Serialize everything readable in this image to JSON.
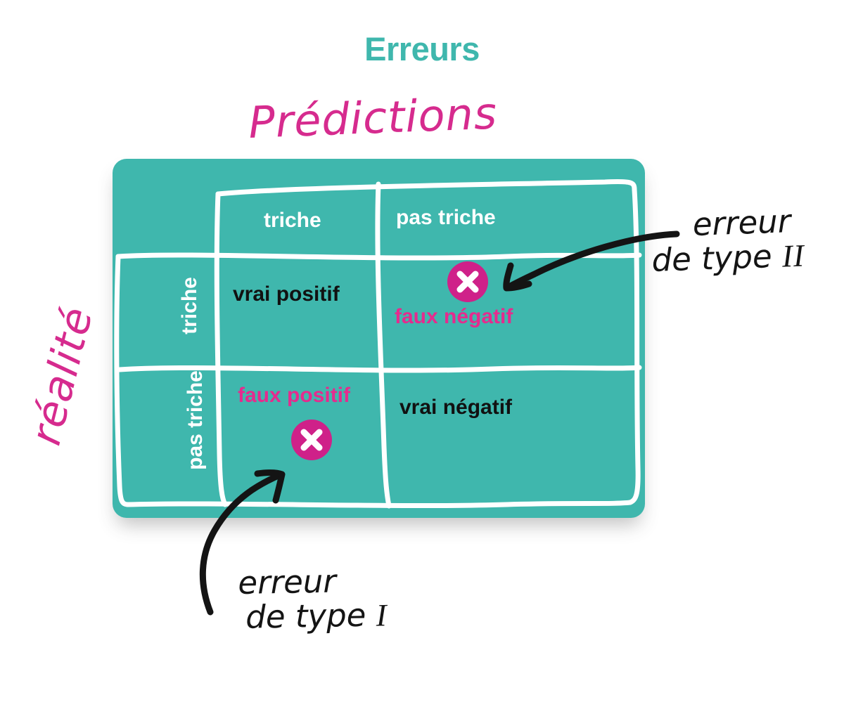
{
  "title": "Erreurs",
  "axis_labels": {
    "columns_axis": "Prédictions",
    "rows_axis": "réalité"
  },
  "colors": {
    "teal": "#3fb7ad",
    "pink": "#d62b8e",
    "pink_badge": "#cf2189",
    "black": "#141414",
    "white": "#ffffff"
  },
  "matrix": {
    "column_headers": [
      "triche",
      "pas triche"
    ],
    "row_headers": [
      "triche",
      "pas triche"
    ],
    "cells": [
      {
        "row": "triche",
        "column": "triche",
        "label": "vrai positif",
        "style": "black",
        "badge": null
      },
      {
        "row": "triche",
        "column": "pas triche",
        "label": "faux négatif",
        "style": "pink",
        "badge": "x-icon"
      },
      {
        "row": "pas triche",
        "column": "triche",
        "label": "faux positif",
        "style": "pink",
        "badge": "x-icon"
      },
      {
        "row": "pas triche",
        "column": "pas triche",
        "label": "vrai négatif",
        "style": "black",
        "badge": null
      }
    ]
  },
  "annotations": [
    {
      "id": "type-2",
      "line1": "erreur",
      "line2_prefix": "de type ",
      "line2_numeral": "II",
      "points_to": "faux négatif"
    },
    {
      "id": "type-1",
      "line1": "erreur",
      "line2_prefix": "de type ",
      "line2_numeral": "I",
      "points_to": "faux positif"
    }
  ]
}
